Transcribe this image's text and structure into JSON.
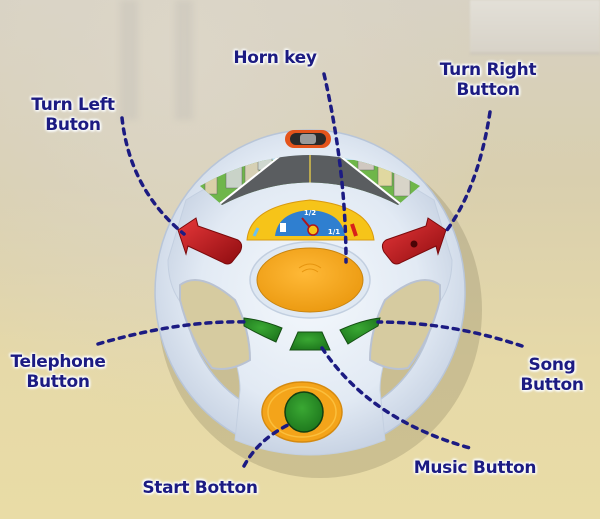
{
  "labels": {
    "turn_left": [
      "Turn Left",
      "Buton"
    ],
    "horn": "Horn key",
    "turn_right": [
      "Turn Right",
      "Button"
    ],
    "telephone": [
      "Telephone",
      "Button"
    ],
    "song": [
      "Song",
      "Button"
    ],
    "music": "Music Button",
    "start": "Start Botton"
  },
  "gauge": {
    "half": "1/2",
    "full": "1/1"
  },
  "colors": {
    "label_text": "#1c1b82",
    "wheel": "#e4ecf6",
    "turn_signal": "#c8161c",
    "horn": "#f5a81c",
    "green_button": "#2f9a2a",
    "start_ring": "#f4a41a",
    "gauge_blue": "#2f7fd0",
    "gauge_yellow": "#f6c419"
  }
}
